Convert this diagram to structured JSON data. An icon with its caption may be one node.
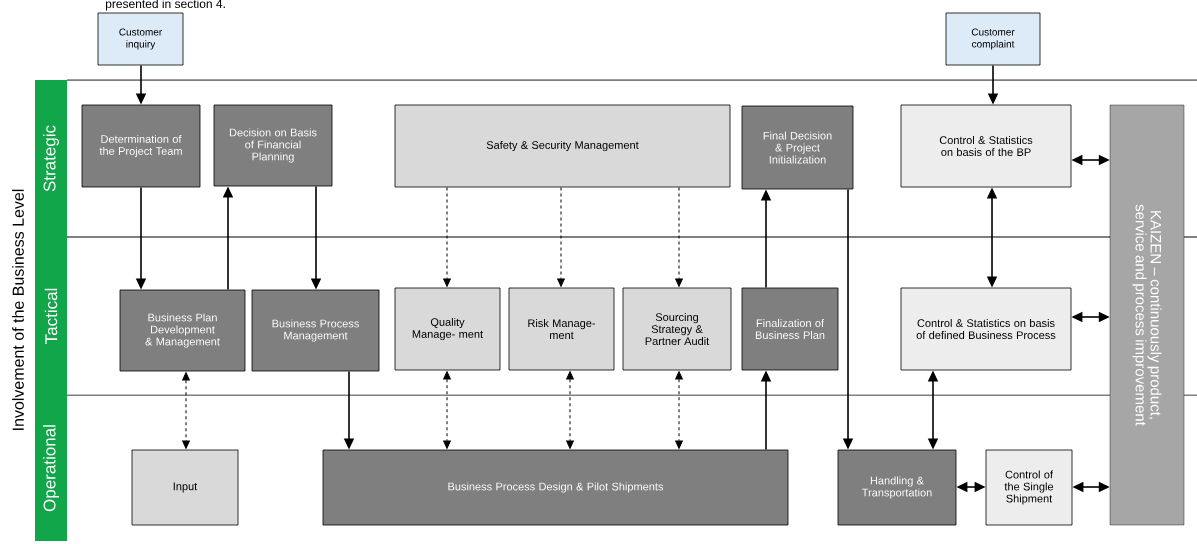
{
  "diagram": {
    "nodes": [
      {
        "text": [
          "Customer inquiry"
        ]
      },
      {
        "text": [
          "Customer complaint"
        ]
      },
      {
        "text": [
          "Strategic"
        ]
      },
      {
        "text": [
          "Tactical"
        ]
      },
      {
        "text": [
          "Operational"
        ]
      },
      {
        "text": [
          "Determination of the Project Team"
        ]
      },
      {
        "text": [
          "Decision on Basis of Financial Planning"
        ]
      },
      {
        "text": [
          "Safety & Security Management"
        ]
      },
      {
        "text": [
          "Final Decision & Project Initialization"
        ]
      },
      {
        "text": [
          "Control & Statistics on basis of the BP"
        ]
      },
      {
        "text": [
          "KAIZEN – continuously product, service and process improvement"
        ]
      },
      {
        "text": [
          "Business Plan Development & Management"
        ]
      },
      {
        "text": [
          "Business Process Management"
        ]
      },
      {
        "text": [
          "Quality Manage- ment"
        ]
      },
      {
        "text": [
          "Risk Manage- ment"
        ]
      },
      {
        "text": [
          "Sourcing Strategy & Partner Audit"
        ]
      },
      {
        "text": [
          "Finalization of Business Plan"
        ]
      },
      {
        "text": [
          "Control & Statistics on basis of defined Business Process"
        ]
      },
      {
        "text": [
          "Input"
        ]
      },
      {
        "text": [
          "Business Process Design & Pilot Shipments"
        ]
      },
      {
        "text": [
          "Handling & Transportation"
        ]
      },
      {
        "text": [
          "Control of the Single Shipment"
        ]
      }
    ],
    "edges": [
      {
        "from": 0,
        "to": 5,
        "arrow": "to"
      },
      {
        "from": 1,
        "to": 9,
        "arrow": "to"
      },
      {
        "from": 5,
        "to": 11,
        "arrow": "to"
      },
      {
        "from": 11,
        "to": 6,
        "arrow": "to"
      },
      {
        "from": 6,
        "to": 12,
        "arrow": "to"
      },
      {
        "from": 7,
        "to": 13,
        "arrow": "to",
        "style": "dashed"
      },
      {
        "from": 7,
        "to": 14,
        "arrow": "to",
        "style": "dashed"
      },
      {
        "from": 7,
        "to": 15,
        "arrow": "to",
        "style": "dashed"
      },
      {
        "from": 11,
        "to": 18,
        "arrow": "both",
        "style": "dashed"
      },
      {
        "from": 13,
        "to": 19,
        "arrow": "both",
        "style": "dashed"
      },
      {
        "from": 14,
        "to": 19,
        "arrow": "both",
        "style": "dashed"
      },
      {
        "from": 15,
        "to": 19,
        "arrow": "both",
        "style": "dashed"
      },
      {
        "from": 12,
        "to": 19,
        "arrow": "to"
      },
      {
        "from": 19,
        "to": 16,
        "arrow": "to"
      },
      {
        "from": 16,
        "to": 8,
        "arrow": "to"
      },
      {
        "from": 8,
        "to": 20,
        "arrow": "to"
      },
      {
        "from": 9,
        "to": 17,
        "arrow": "both"
      },
      {
        "from": 17,
        "to": 20,
        "arrow": "both"
      },
      {
        "from": 20,
        "to": 21,
        "arrow": "both"
      },
      {
        "from": 21,
        "to": 10,
        "arrow": "both"
      },
      {
        "from": 9,
        "to": 10,
        "arrow": "both"
      },
      {
        "from": 17,
        "to": 10,
        "arrow": "both"
      }
    ],
    "labels": [
      "presented in section 4.",
      "Involvement of the Business Level"
    ]
  }
}
